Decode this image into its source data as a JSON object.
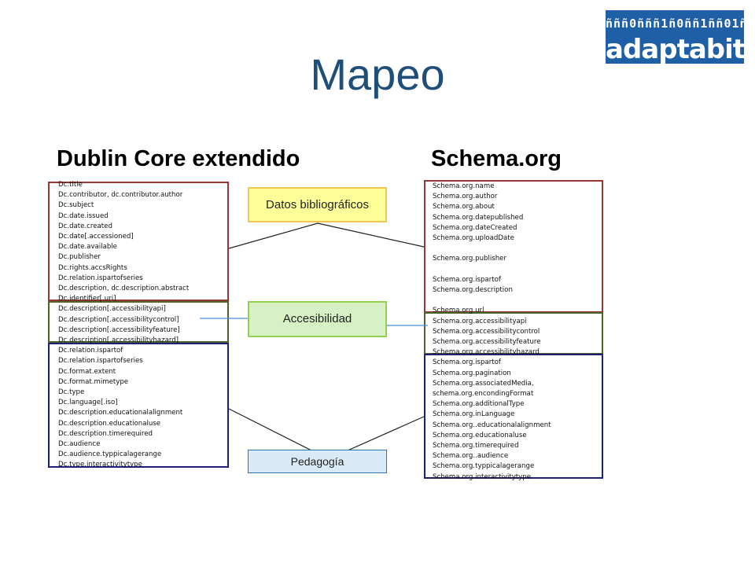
{
  "slide": {
    "title": "Mapeo"
  },
  "logo": {
    "binary_text": "ñññ0ñññ1ñ0ññ1ññ01ñ",
    "word": "adaptabit"
  },
  "left_column": {
    "heading": "Dublin Core extendido",
    "items": [
      "Dc.title",
      "Dc.contributor, dc.contributor.author",
      "Dc.subject",
      "Dc.date.issued",
      "Dc.date.created",
      "Dc.date[.accessioned]",
      "Dc.date.available",
      "Dc.publisher",
      "Dc.rights.accsRights",
      "Dc.relation.ispartofseries",
      "Dc.description, dc.description.abstract",
      "Dc.identifier[.uri]",
      "Dc.description[.accessibilityapi]",
      "Dc.description[.accessibilitycontrol]",
      "Dc.description[.accessibilityfeature]",
      "Dc.description[.accessibilityhazard]",
      "Dc.relation.ispartof",
      "Dc.relation.ispartofseries",
      "Dc.format.extent",
      "Dc.format.mimetype",
      "Dc.type",
      "Dc.language[.iso]",
      "Dc.description.educationalalignment",
      "Dc.description.educationaluse",
      "Dc.description.timerequired",
      "Dc.audience",
      "Dc.audience.typpicalagerange",
      "Dc.type.interactivitytype"
    ]
  },
  "right_column": {
    "heading": "Schema.org",
    "items": [
      "Schema.org.name",
      "Schema.org.author",
      "Schema.org.about",
      "Schema.org.datepublished",
      "Schema.org.dateCreated",
      "Schema.org.uploadDate",
      "",
      "Schema.org.publisher",
      "",
      "Schema.org.ispartof",
      "Schema.org.description",
      "",
      "Schema.org.url",
      "Schema.org.accessibilityapi",
      "Schema.org.accessibilitycontrol",
      "Schema.org.accessibilityfeature",
      "Schema.org.accessibilityhazard",
      "Schema.org.ispartof",
      "Schema.org.pagination",
      "Schema.org.associatedMedia,",
      "schema.org.encondingFormat",
      "Schema.org.additionalType",
      "Schema.org.inLanguage",
      "Schema.org..educationalalignment",
      "Schema.org.educationaluse",
      "Schema.org.timerequired",
      "Schema.org..audience",
      "Schema.org.typpicalagerange",
      "Schema.org.interactivitytype"
    ]
  },
  "categories": {
    "bibliographic": {
      "label": "Datos bibliográficos",
      "border": "#f0c850",
      "fill": "#ffff99"
    },
    "accessibility": {
      "label": "Accesibilidad",
      "border": "#92d050",
      "fill": "#d7f0c4"
    },
    "pedagogy": {
      "label": "Pedagogía",
      "border": "#2e75b6",
      "fill": "#dbeaf7"
    }
  },
  "group_colors": {
    "bibliographic": "#953735",
    "accessibility": "#4f6228",
    "pedagogy": "#1f1f7a",
    "link_accessibility": "#4a90d9",
    "link_default": "#222222"
  }
}
